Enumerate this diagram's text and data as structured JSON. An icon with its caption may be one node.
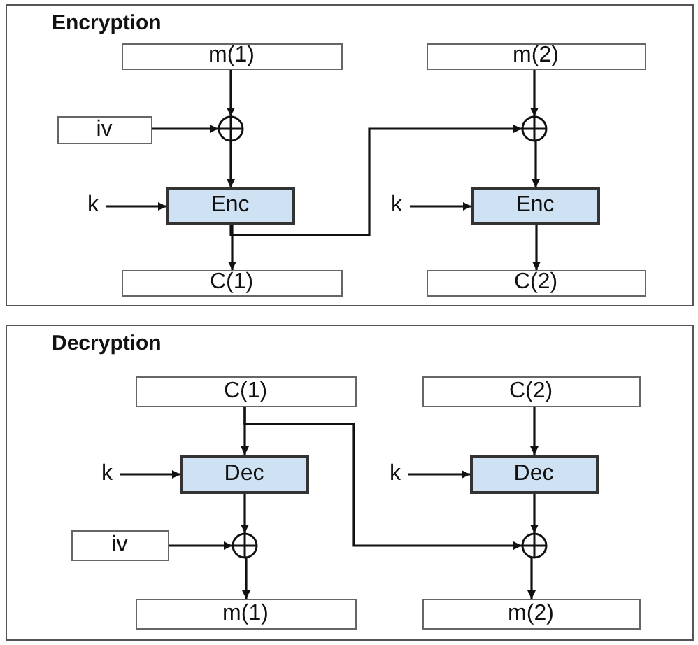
{
  "diagram": {
    "nodes": [
      {
        "text": [
          "Encryption"
        ]
      },
      {
        "text": [
          "m(1)"
        ],
        "in": 0
      },
      {
        "text": [
          "m(2)"
        ],
        "in": 0
      },
      {
        "text": [
          "iv"
        ],
        "in": 0
      },
      {
        "text": [],
        "shape": "circle",
        "in": 0
      },
      {
        "text": [],
        "shape": "circle",
        "in": 0
      },
      {
        "text": [
          "k"
        ],
        "in": 0
      },
      {
        "text": [
          "Enc"
        ],
        "in": 0
      },
      {
        "text": [
          "k"
        ],
        "in": 0
      },
      {
        "text": [
          "Enc"
        ],
        "in": 0
      },
      {
        "text": [
          "C(1)"
        ],
        "in": 0
      },
      {
        "text": [
          "C(2)"
        ],
        "in": 0
      },
      {
        "text": [
          "Decryption"
        ]
      },
      {
        "text": [
          "C(1)"
        ],
        "in": 12
      },
      {
        "text": [
          "C(2)"
        ],
        "in": 12
      },
      {
        "text": [
          "k"
        ],
        "in": 12
      },
      {
        "text": [
          "Dec"
        ],
        "in": 12
      },
      {
        "text": [
          "k"
        ],
        "in": 12
      },
      {
        "text": [
          "Dec"
        ],
        "in": 12
      },
      {
        "text": [
          "iv"
        ],
        "in": 12
      },
      {
        "text": [],
        "shape": "circle",
        "in": 12
      },
      {
        "text": [],
        "shape": "circle",
        "in": 12
      },
      {
        "text": [
          "m(1)"
        ],
        "in": 12
      },
      {
        "text": [
          "m(2)"
        ],
        "in": 12
      }
    ],
    "edges": [
      {
        "from": 1,
        "to": 4,
        "arrow": "to"
      },
      {
        "from": 3,
        "to": 4,
        "arrow": "to"
      },
      {
        "from": 4,
        "to": 7,
        "arrow": "to"
      },
      {
        "from": 6,
        "to": 7,
        "arrow": "to"
      },
      {
        "from": 7,
        "to": 10,
        "arrow": "to"
      },
      {
        "from": 7,
        "to": 5,
        "arrow": "to"
      },
      {
        "from": 2,
        "to": 5,
        "arrow": "to"
      },
      {
        "from": 5,
        "to": 9,
        "arrow": "to"
      },
      {
        "from": 8,
        "to": 9,
        "arrow": "to"
      },
      {
        "from": 9,
        "to": 11,
        "arrow": "to"
      },
      {
        "from": 13,
        "to": 16,
        "arrow": "to"
      },
      {
        "from": 15,
        "to": 16,
        "arrow": "to"
      },
      {
        "from": 16,
        "to": 20,
        "arrow": "to"
      },
      {
        "from": 19,
        "to": 20,
        "arrow": "to"
      },
      {
        "from": 20,
        "to": 22,
        "arrow": "to"
      },
      {
        "from": 13,
        "to": 21,
        "arrow": "to"
      },
      {
        "from": 14,
        "to": 18,
        "arrow": "to"
      },
      {
        "from": 17,
        "to": 18,
        "arrow": "to"
      },
      {
        "from": 18,
        "to": 21,
        "arrow": "to"
      },
      {
        "from": 21,
        "to": 23,
        "arrow": "to"
      }
    ]
  }
}
